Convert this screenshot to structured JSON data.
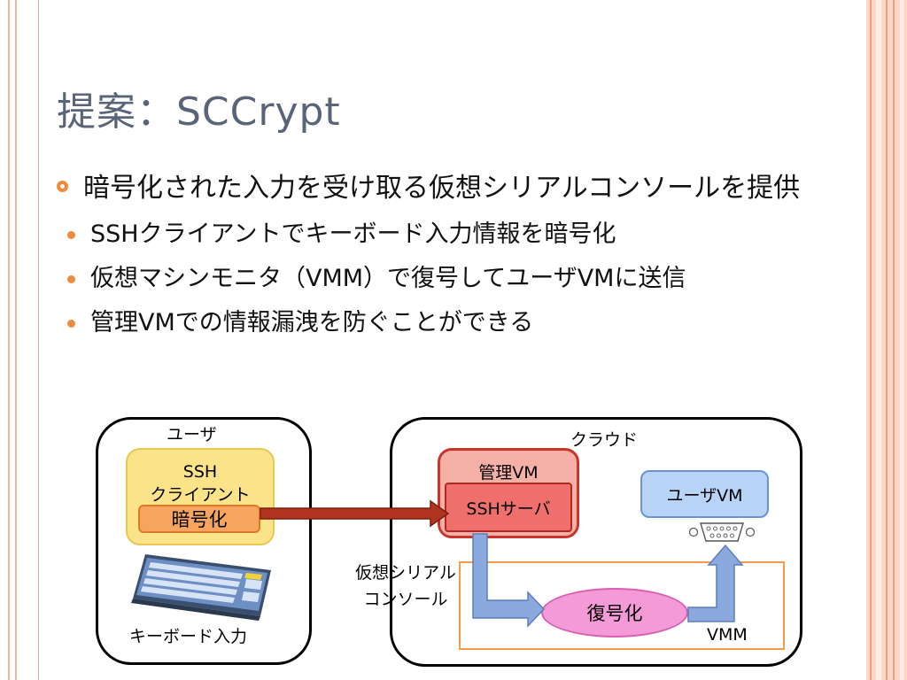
{
  "title": "提案：SCCrypt",
  "bullets": {
    "main": "暗号化された入力を受け取る仮想シリアルコンソールを提供",
    "subs": [
      "SSHクライアントでキーボード入力情報を暗号化",
      "仮想マシンモニタ（VMM）で復号してユーザVMに送信",
      "管理VMでの情報漏洩を防ぐことができる"
    ]
  },
  "diagram": {
    "user_zone_label": "ユーザ",
    "ssh_client_line1": "SSH",
    "ssh_client_line2": "クライアント",
    "encrypt_label": "暗号化",
    "keyboard_label": "キーボード入力",
    "cloud_zone_label": "クラウド",
    "mgmt_vm_label": "管理VM",
    "ssh_server_label": "SSHサーバ",
    "user_vm_label": "ユーザVM",
    "serial_console_line1": "仮想シリアル",
    "serial_console_line2": "コンソール",
    "decrypt_label": "復号化",
    "vmm_label": "VMM"
  },
  "colors": {
    "title": "#5a6478",
    "bullet_accent": "#f08a3c",
    "ssh_client_fill": "#fbe38a",
    "encrypt_fill": "#f7a45e",
    "mgmt_vm_fill": "#f5b0a8",
    "ssh_server_fill": "#ee6f6b",
    "user_vm_fill": "#b7d3f5",
    "decrypt_fill": "#f49ad7",
    "vmm_border": "#f39a4c",
    "arrow_red": "#b0341e",
    "arrow_blue": "#8ba9dc"
  }
}
